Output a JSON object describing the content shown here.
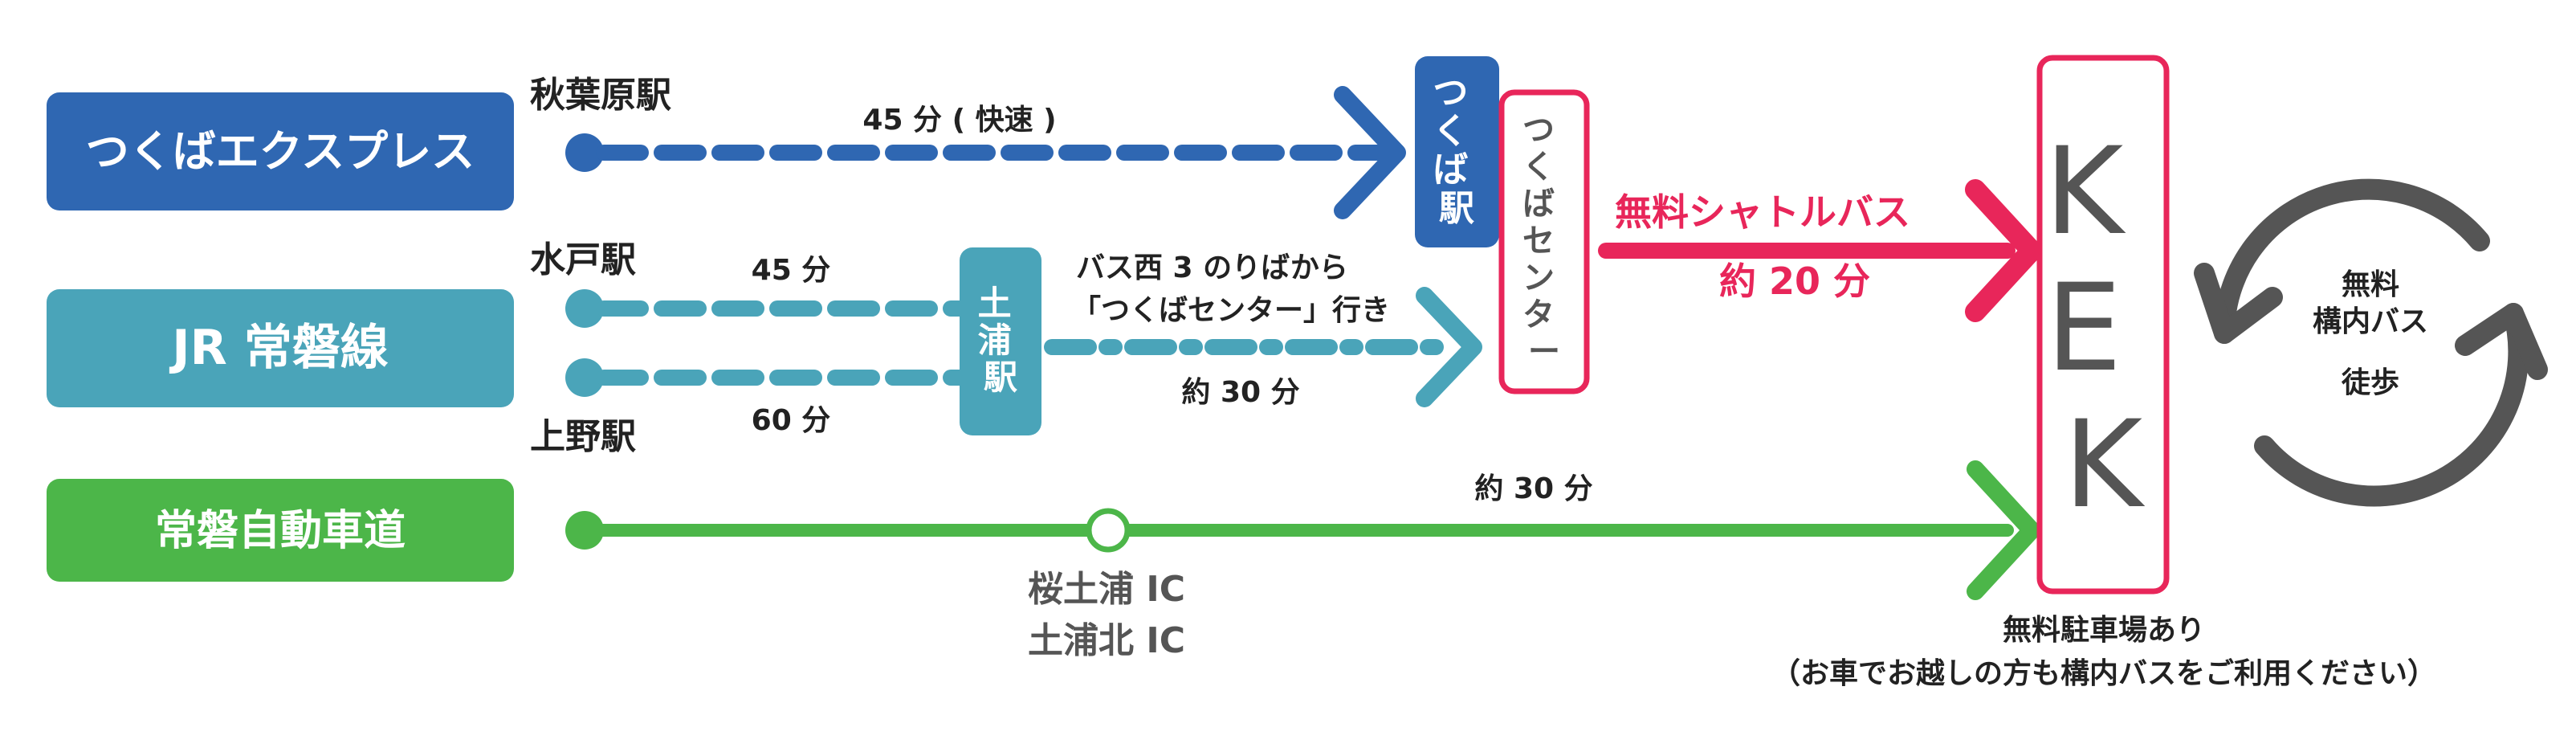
{
  "colors": {
    "tx": "#2f67b2",
    "jr": "#4aa4b9",
    "highway": "#4cb649",
    "shuttle": "#e8265a",
    "loop": "#555555",
    "text": "#222222"
  },
  "routes": {
    "tx_label": "つくばエクスプレス",
    "jr_label": "JR 常磐線",
    "highway_label": "常磐自動車道"
  },
  "stations": {
    "akihabara": "秋葉原駅",
    "mito": "水戸駅",
    "ueno": "上野駅",
    "tsuchiura": [
      "土",
      "浦",
      "駅"
    ],
    "tsukuba": [
      "つ",
      "く",
      "ば",
      "駅"
    ],
    "tsukuba_center": [
      "つ",
      "く",
      "ば",
      "セ",
      "ン",
      "タ",
      "ー"
    ]
  },
  "times": {
    "tx": "45 分 ( 快速 )",
    "mito": "45 分",
    "ueno": "60 分",
    "bus_line1": "バス西 3 のりばから",
    "bus_line2": "「つくばセンター」行き",
    "bus_time": "約 30 分",
    "highway": "約 30 分"
  },
  "shuttle": {
    "label": "無料シャトルバス",
    "time": "約 20 分"
  },
  "interchanges": [
    "桜土浦 IC",
    "土浦北 IC"
  ],
  "destination": {
    "letters": [
      "K",
      "E",
      "K"
    ],
    "parking_line1": "無料駐車場あり",
    "parking_line2": "（お車でお越しの方も構内バスをご利用ください）"
  },
  "campus": {
    "line1": "無料",
    "line2": "構内バス",
    "line3": "徒歩"
  }
}
